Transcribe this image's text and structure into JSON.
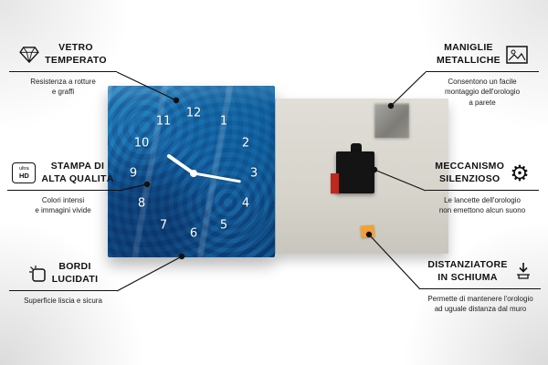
{
  "colors": {
    "line": "#111111",
    "clock_blue": "#1f6cae",
    "back_panel": "#d9d6cf",
    "foam_orange": "#f2a136",
    "battery_red": "#c0271f"
  },
  "clock": {
    "numbers": [
      "12",
      "1",
      "2",
      "3",
      "4",
      "5",
      "6",
      "7",
      "8",
      "9",
      "10",
      "11"
    ]
  },
  "callouts": {
    "left": [
      {
        "icon": "diamond-icon",
        "title": "VETRO\nTEMPERATO",
        "subtitle": "Resistenza a rotture\ne graffi"
      },
      {
        "icon": "ultra-hd-icon",
        "icon_line1": "ultra",
        "icon_line2": "HD",
        "title": "STAMPA DI\nALTA QUALITÀ",
        "subtitle": "Colori intensi\ne immagini vivide"
      },
      {
        "icon": "polished-edge-icon",
        "title": "BORDI\nLUCIDATI",
        "subtitle": "Superficie liscia e sicura"
      }
    ],
    "right": [
      {
        "icon": "picture-frame-icon",
        "title": "MANIGLIE\nMETALLICHE",
        "subtitle": "Consentono un facile\nmontaggio dell'orologio\na parete"
      },
      {
        "icon": "gear-icon",
        "gear_glyph": "⚙",
        "title": "MECCANISMO\nSILENZIOSO",
        "subtitle": "Le lancette dell'orologio\nnon emettono alcun suono"
      },
      {
        "icon": "foam-spacer-icon",
        "title": "DISTANZIATORE\nIN SCHIUMA",
        "subtitle": "Permette di mantenere l'orologio\nad uguale distanza dal muro"
      }
    ]
  }
}
